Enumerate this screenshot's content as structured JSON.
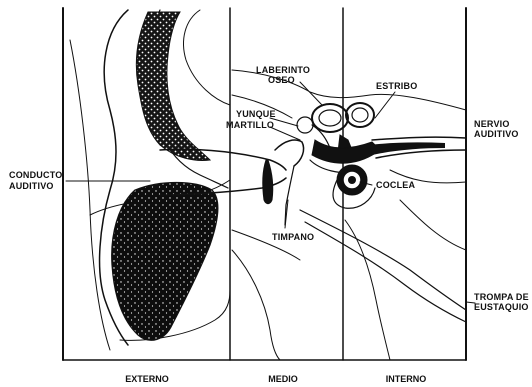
{
  "labels": {
    "laberinto_line1": "LABERINTO",
    "laberinto_line2": "OSEO",
    "estribo": "ESTRIBO",
    "yunque": "YUNQUE",
    "martillo": "MARTILLO",
    "nervio_line1": "NERVIO",
    "nervio_line2": "AUDITIVO",
    "conducto_line1": "CONDUCTO",
    "conducto_line2": "AUDITIVO",
    "coclea": "COCLEA",
    "timpano": "TIMPANO",
    "trompa_line1": "TROMPA DE",
    "trompa_line2": "EUSTAQUIO"
  },
  "sections": {
    "externo": "EXTERNO",
    "medio": "MEDIO",
    "interno": "INTERNO"
  },
  "colors": {
    "ink": "#111111",
    "paper": "#ffffff"
  }
}
